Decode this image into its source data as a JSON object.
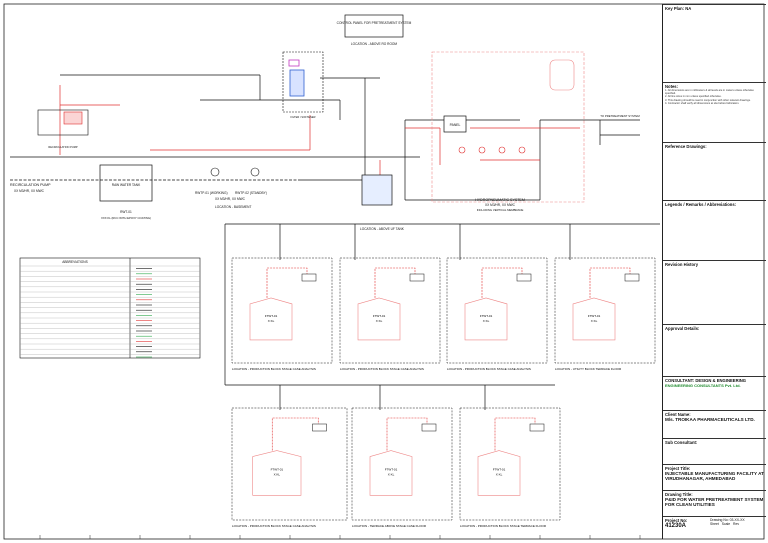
{
  "drawing": {
    "control_panel_title": "CONTROL PANEL FOR PRETREATMENT SYSTEM",
    "control_panel_location": "LOCATION - ABOVE RO ROOM",
    "recirculation_pump": "RECIRCULATION PUMP",
    "recirculation_pump_spec": "XX M3/HR, XX MWC",
    "raw_water_tank": "RAW WATER TANK",
    "rwt_label": "RWT-01",
    "rwt_spec": "XXX KL (RCC WITH EPOXY COATING)",
    "rwtp_duty": "RWTP-01 (WORKING)",
    "rwtp_standby": "RWTP-02 (STANDBY)",
    "rwtp_spec": "XX M3/HR, XX MWC",
    "rwtp_location": "LOCATION - BASEMENT",
    "panel": "PANEL",
    "hydro_system": "HYDROPNEUMATIC SYSTEM",
    "hydro_spec": "XX M3/HR, XX MWC",
    "hydro_note": "INCLUDING VERTICAL MEMBRANE",
    "recirc_caption": "RECIRCULATION PUMP",
    "filter_caption": "FILTER / SOFTENER",
    "right_note": "TO PRETREATMENT SYSTEM",
    "legend_title": "ABBREVIATIONS",
    "zones": [
      "LOCATION - PRODUCTION BLOCK STAGE CASE ANALYSIS",
      "LOCATION - PRODUCTION BLOCK STAGE CASE ANALYSIS",
      "LOCATION - PRODUCTION BLOCK STAGE CASE ANALYSIS",
      "LOCATION - UTILITY BLOCK TERRACE FLOOR",
      "LOCATION - PRODUCTION BLOCK STAGE CASE ANALYSIS",
      "LOCATION - TERRACE ABOVE STAGE CASE FLOOR",
      "LOCATION - PRODUCTION BLOCK STAGE TERRACE FLOOR"
    ],
    "upper_location": "LOCATION - ABOVE UF TANK",
    "ftwt_label": "FTWT-01",
    "ftwt_spec": "X KL"
  },
  "title_block": {
    "key_plan": "Key Plan: NA",
    "notes_title": "Notes:",
    "notes": [
      "1. All dimensions are in millimeters & all levels are in meters unless otherwise specified.",
      "2. All line sizes in mm unless specified otherwise.",
      "3. This drawing should be read in conjunction with other relevant drawings.",
      "4. Contractor shall verify all dimensions at site before fabrication."
    ],
    "reference_title": "Reference Drawings:",
    "legends_title": "Legends / Remarks / Abbreviations:",
    "revision_title": "Revision History",
    "approval_title": "Approval Details:",
    "consultant_title": "CONSULTANT: DESIGN & ENGINEERING",
    "consultant_name": "ENGINEERING CONSULTANTS Pvt. Ltd.",
    "client_title": "Client Name:",
    "client_name": "M/s. TROIKAA PHARMACEUTICALS LTD.",
    "sub_consultant_title": "Sub Consultant:",
    "project_title_label": "Project Title:",
    "project_title": "INJECTABLE MANUFACTURING FACILITY AT VIRUDHANAGAR, AHMEDABAD",
    "drawing_title_label": "Drawing Title:",
    "drawing_title": "P&ID FOR WATER PRETREATMENT SYSTEM FOR CLEAN UTILITIES",
    "project_no_label": "Project No:",
    "project_no": "41230A",
    "drawing_no_label": "Drawing No:",
    "drawing_no": "03-XX-XX",
    "sheet_label": "Sheet",
    "scale_label": "Scale",
    "rev_label": "Rev"
  },
  "colors": {
    "line": "#111111",
    "red": "#e03030",
    "green": "#2aa84a",
    "blue": "#2f5fd0",
    "magenta": "#c23ac2",
    "pink": "#f2a9a9"
  }
}
